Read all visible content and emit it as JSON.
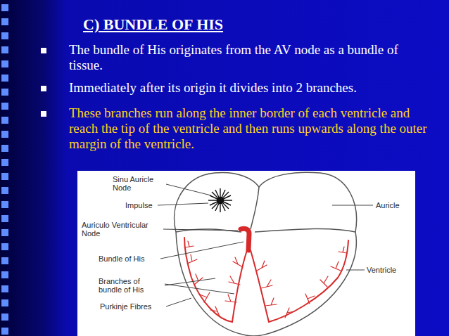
{
  "diagram": {
    "title": "C) BUNDLE OF HIS",
    "labels": [
      "The bundle of His originates from the AV node as a bundle of tissue.",
      "Immediately after its origin it divides into 2 branches.",
      "These branches run along the inner border of each ventricle and reach the tip of the ventricle and then runs upwards along the outer margin of the ventricle.",
      "Sinu Auricle Node",
      "Impulse",
      "Auriculo Ventricular Node",
      "Bundle of His",
      "Branches of bundle of His",
      "Purkinje Fibres",
      "Auricle",
      "Ventricle"
    ]
  }
}
